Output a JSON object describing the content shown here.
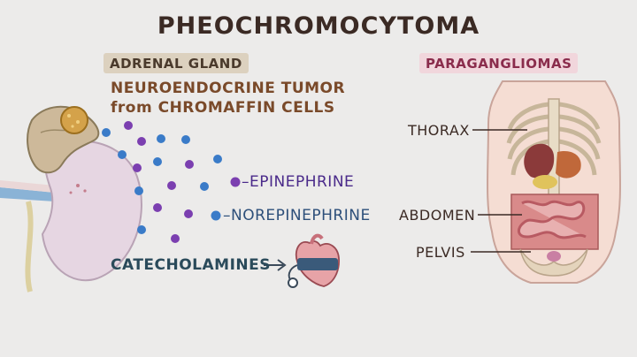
{
  "title": "PHEOCHROMOCYTOMA",
  "left_panel": {
    "tag": "ADRENAL GLAND",
    "tumor_line1": "NEUROENDOCRINE TUMOR",
    "tumor_line2": "from CHROMAFFIN CELLS",
    "epinephrine_label": "–EPINEPHRINE",
    "norepinephrine_label": "–NOREPINEPHRINE",
    "catecholamines_label": "CATECHOLAMINES"
  },
  "right_panel": {
    "tag": "PARAGANGLIOMAS",
    "thorax_label": "THORAX",
    "abdomen_label": "ABDOMEN",
    "pelvis_label": "PELVIS"
  },
  "colors": {
    "epinephrine": "#7b3fb0",
    "norepinephrine": "#3a7bc8",
    "kidney": "#e6d6e2",
    "adrenal": "#cdb99a",
    "tumor": "#d4a24a",
    "adrenal_tag_bg": "#dcd1bf",
    "paraganglioma_tag_bg": "#f1d6dc"
  }
}
